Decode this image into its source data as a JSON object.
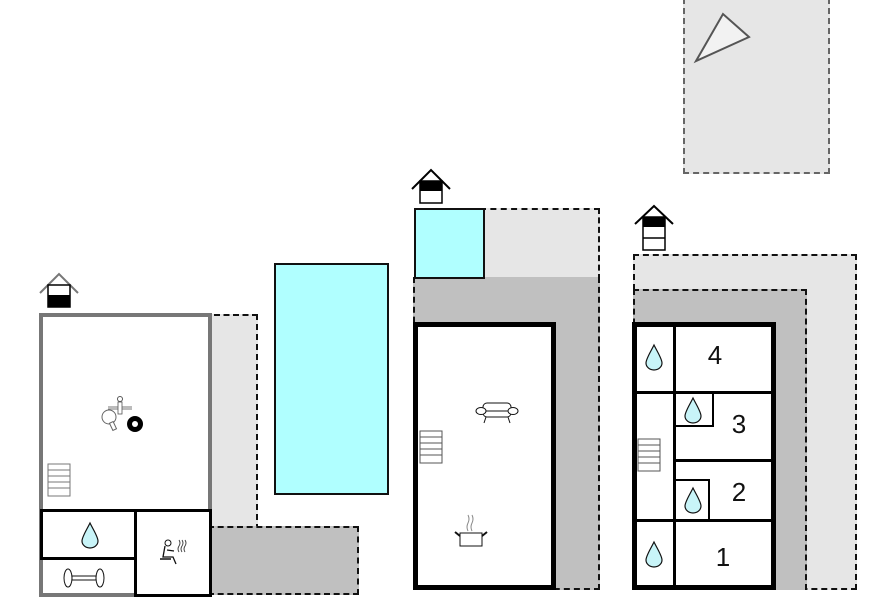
{
  "floorplan": {
    "colors": {
      "pool": "#b0ffff",
      "terrace_light": "#e6e6e6",
      "terrace_dark": "#c0c0c0",
      "water_drop": "#c8f4f8",
      "wall": "#000000",
      "wall_grey": "#777777"
    },
    "buildings": [
      {
        "name": "annex",
        "floor_icon": "house-level-ground-icon",
        "rooms": [
          {
            "name": "games-room",
            "icons": [
              "table-tennis-icon",
              "foosball-icon",
              "billiards-icon",
              "stairs-icon"
            ]
          },
          {
            "name": "bathroom",
            "icons": [
              "water-drop-icon"
            ]
          },
          {
            "name": "sauna",
            "icons": [
              "sauna-icon"
            ]
          },
          {
            "name": "fitness",
            "icons": [
              "dumbbell-icon"
            ]
          }
        ]
      },
      {
        "name": "pool",
        "icons": []
      },
      {
        "name": "main-house-ground",
        "floor_icon": "house-level-upper-icon",
        "rooms": [
          {
            "name": "living-kitchen",
            "icons": [
              "sofa-icon",
              "cooking-pot-icon",
              "stairs-icon"
            ]
          }
        ],
        "pool_small": true
      },
      {
        "name": "main-house-upper",
        "floor_icon": "house-level-top-icon",
        "rooms": [
          {
            "name": "bedroom-4",
            "label": "4"
          },
          {
            "name": "bedroom-3",
            "label": "3"
          },
          {
            "name": "bedroom-2",
            "label": "2"
          },
          {
            "name": "bedroom-1",
            "label": "1"
          },
          {
            "name": "bathroom-top-left",
            "icons": [
              "water-drop-icon"
            ]
          },
          {
            "name": "bathroom-bottom-left",
            "icons": [
              "water-drop-icon"
            ]
          },
          {
            "name": "ensuite-3",
            "icons": [
              "water-drop-icon"
            ]
          },
          {
            "name": "ensuite-2",
            "icons": [
              "water-drop-icon"
            ]
          },
          {
            "name": "hallway",
            "icons": [
              "stairs-icon"
            ]
          }
        ]
      }
    ],
    "compass": {
      "icon": "north-arrow-icon"
    },
    "room_labels": {
      "r1": "1",
      "r2": "2",
      "r3": "3",
      "r4": "4"
    }
  }
}
